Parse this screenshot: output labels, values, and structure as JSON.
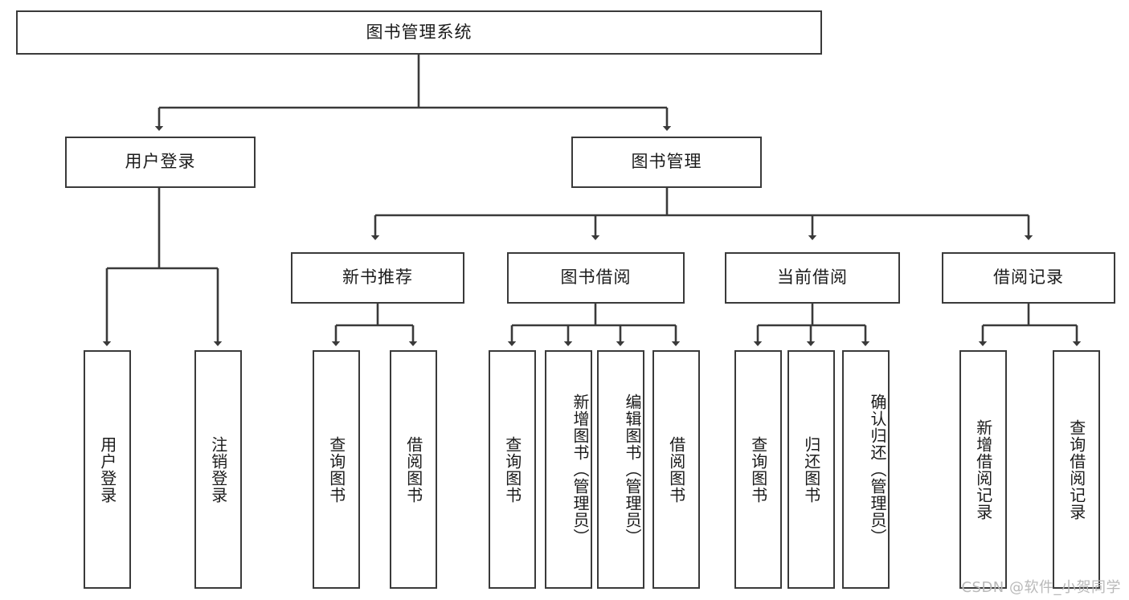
{
  "diagram": {
    "type": "tree-hierarchy",
    "title": "图书管理系统",
    "watermark": "CSDN @软件_小贺同学",
    "colors": {
      "box_border": "#3a3a3a",
      "box_fill": "#ffffff",
      "connector": "#3a3a3a",
      "text": "#1b1b1b",
      "watermark": "#b9b9b9",
      "background": "#ffffff"
    },
    "root": {
      "label": "图书管理系统"
    },
    "level2": [
      {
        "label": "用户登录"
      },
      {
        "label": "图书管理"
      }
    ],
    "level3": [
      {
        "label": "新书推荐"
      },
      {
        "label": "图书借阅"
      },
      {
        "label": "当前借阅"
      },
      {
        "label": "借阅记录"
      }
    ],
    "leaves": {
      "user_login": [
        {
          "label": "用户登录"
        },
        {
          "label": "注销登录"
        }
      ],
      "new_book": [
        {
          "label": "查询图书"
        },
        {
          "label": "借阅图书"
        }
      ],
      "book_borrow": [
        {
          "label": "查询图书"
        },
        {
          "label": "新增图书（管理员）"
        },
        {
          "label": "编辑图书（管理员）"
        },
        {
          "label": "借阅图书"
        }
      ],
      "current_borrow": [
        {
          "label": "查询图书"
        },
        {
          "label": "归还图书"
        },
        {
          "label": "确认归还（管理员）"
        }
      ],
      "borrow_record": [
        {
          "label": "新增借阅记录"
        },
        {
          "label": "查询借阅记录"
        }
      ]
    }
  }
}
